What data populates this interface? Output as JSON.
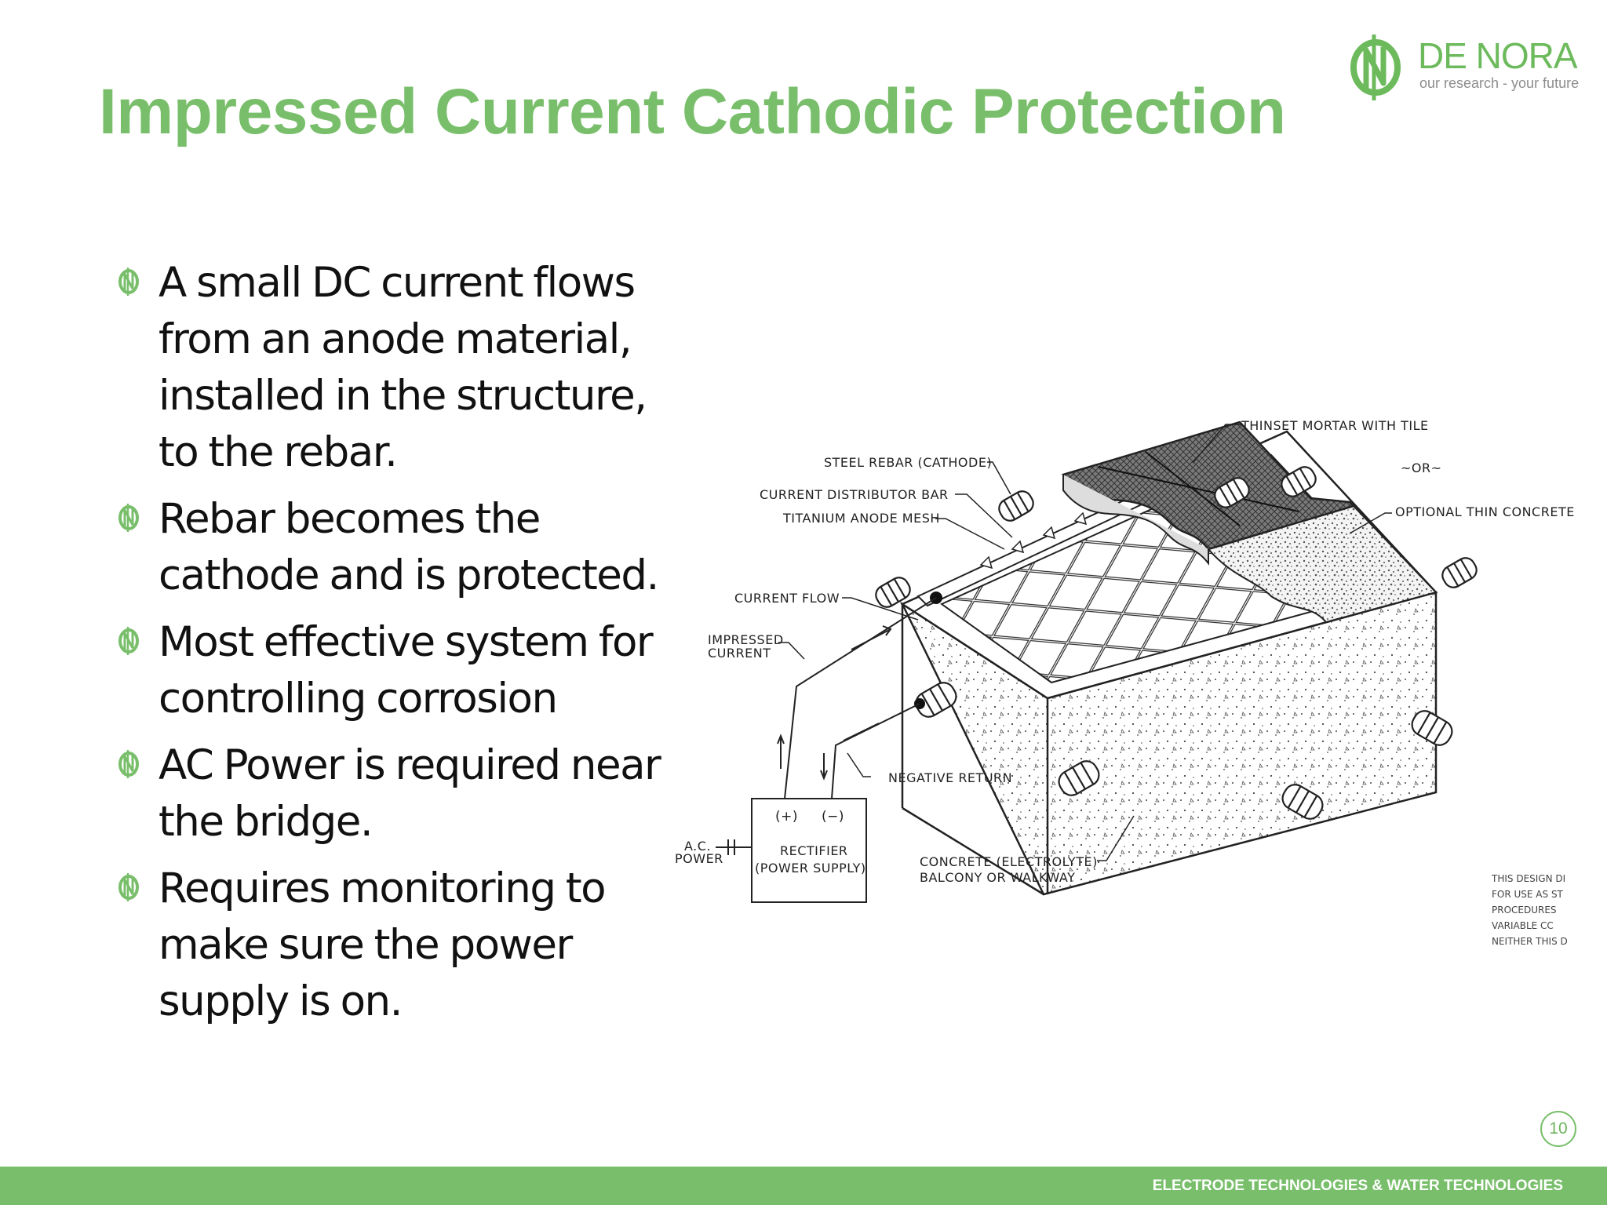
{
  "slide": {
    "title": "Impressed Current Cathodic Protection",
    "page_number": "10"
  },
  "logo": {
    "name": "DE NORA",
    "tagline": "our research - your future"
  },
  "bullets": [
    "A small DC current flows from an anode material, installed in the structure, to the rebar.",
    "Rebar becomes the cathode and is protected.",
    "Most effective system for controlling corrosion",
    "AC Power is required near the bridge.",
    "Requires monitoring to make sure the power supply is on."
  ],
  "figure": {
    "labels": {
      "thinset": "THINSET MORTAR WITH TILE",
      "or": "~OR~",
      "optional_concrete": "OPTIONAL THIN CONCRETE",
      "steel_rebar": "STEEL REBAR (CATHODE)",
      "distributor_bar": "CURRENT DISTRIBUTOR BAR",
      "anode_mesh": "TITANIUM ANODE MESH",
      "current_flow": "CURRENT FLOW",
      "impressed_current_1": "IMPRESSED",
      "impressed_current_2": "CURRENT",
      "negative_return": "NEGATIVE RETURN",
      "plus": "(+)",
      "minus": "(−)",
      "rectifier_1": "RECTIFIER",
      "rectifier_2": "(POWER SUPPLY)",
      "ac_power_1": "A.C.",
      "ac_power_2": "POWER",
      "concrete_1": "CONCRETE (ELECTROLYTE)",
      "concrete_2": "BALCONY OR WALKWAY"
    },
    "notes": [
      "THIS DESIGN DI",
      "FOR USE AS ST",
      "PROCEDURES",
      "VARIABLE CC",
      "NEITHER THIS D"
    ]
  },
  "footer": {
    "text": "ELECTRODE TECHNOLOGIES & WATER TECHNOLOGIES"
  },
  "colors": {
    "accent": "#79bf6b",
    "text": "#111111",
    "drawing": "#222222"
  }
}
